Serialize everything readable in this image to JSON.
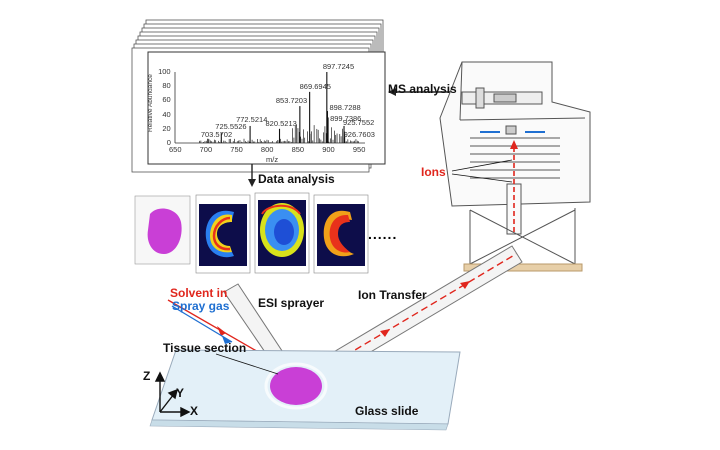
{
  "labels": {
    "ms_analysis": "MS analysis",
    "data_analysis": "Data analysis",
    "ions": "Ions",
    "solvent_in": "Solvent in",
    "spray_gas": "Spray gas",
    "esi_sprayer": "ESI sprayer",
    "ion_transfer": "Ion Transfer",
    "tissue_section": "Tissue section",
    "glass_slide": "Glass slide",
    "ellipsis": "......",
    "axis_z": "Z",
    "axis_y": "Y",
    "axis_x": "X"
  },
  "spectrum": {
    "y_axis_label": "Relative Abundance",
    "x_axis_label": "m/z",
    "y_ticks": [
      "100",
      "80",
      "60",
      "40",
      "20",
      "0"
    ],
    "x_ticks": [
      "650",
      "700",
      "750",
      "800",
      "850",
      "900",
      "950"
    ],
    "peaks": [
      {
        "label": "703.5702",
        "mz": 703.57,
        "abundance": 6
      },
      {
        "label": "725.5526",
        "mz": 725.55,
        "abundance": 14
      },
      {
        "label": "772.5214",
        "mz": 772.52,
        "abundance": 24
      },
      {
        "label": "820.5213",
        "mz": 820.52,
        "abundance": 20
      },
      {
        "label": "853.7203",
        "mz": 853.72,
        "abundance": 52
      },
      {
        "label": "869.6945",
        "mz": 869.69,
        "abundance": 72
      },
      {
        "label": "897.7245",
        "mz": 897.72,
        "abundance": 100
      },
      {
        "label": "898.7288",
        "mz": 898.73,
        "abundance": 45
      },
      {
        "label": "899.7386",
        "mz": 899.74,
        "abundance": 36
      },
      {
        "label": "925.7552",
        "mz": 925.76,
        "abundance": 24
      },
      {
        "label": "926.7603",
        "mz": 926.76,
        "abundance": 16
      }
    ]
  },
  "colors": {
    "solvent": "#e0261d",
    "spray_gas": "#1f6fd1",
    "tissue": "#c93fd6",
    "slide": "#e3f0f8",
    "ions_arrow": "#e0261d"
  }
}
